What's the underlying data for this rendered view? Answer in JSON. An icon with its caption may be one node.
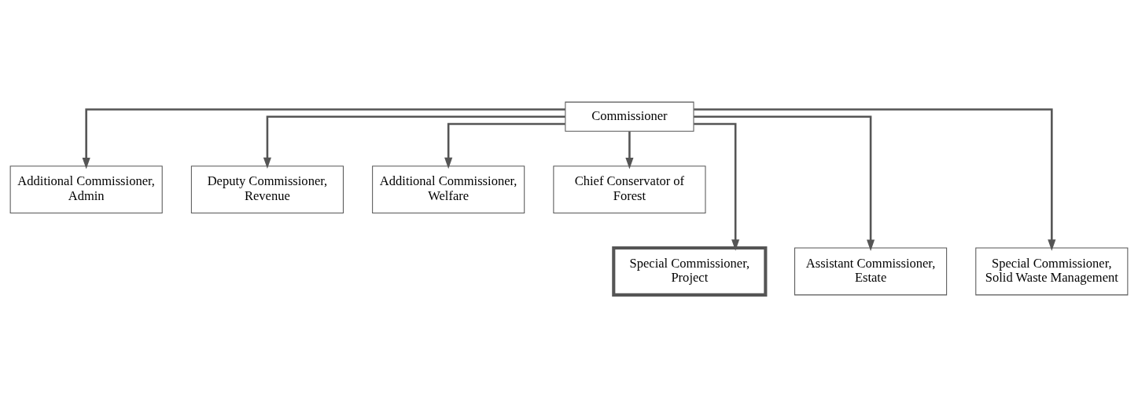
{
  "diagram": {
    "nodes": [
      {
        "text": [
          "Commissioner"
        ]
      },
      {
        "text": [
          "Additional Commissioner, Admin"
        ]
      },
      {
        "text": [
          "Deputy Commissioner, Revenue"
        ]
      },
      {
        "text": [
          "Additional Commissioner, Welfare"
        ]
      },
      {
        "text": [
          "Chief Conservator of Forest"
        ]
      },
      {
        "text": [
          "Special Commissioner, Project"
        ]
      },
      {
        "text": [
          "Assistant Commissioner, Estate"
        ]
      },
      {
        "text": [
          "Special Commissioner, Solid Waste Management"
        ]
      }
    ],
    "edges": [
      {
        "from": 0,
        "to": 1,
        "arrow": "to"
      },
      {
        "from": 0,
        "to": 2,
        "arrow": "to"
      },
      {
        "from": 0,
        "to": 3,
        "arrow": "to"
      },
      {
        "from": 0,
        "to": 4,
        "arrow": "to"
      },
      {
        "from": 0,
        "to": 5,
        "arrow": "to"
      },
      {
        "from": 0,
        "to": 6,
        "arrow": "to"
      },
      {
        "from": 0,
        "to": 7,
        "arrow": "to"
      }
    ]
  }
}
